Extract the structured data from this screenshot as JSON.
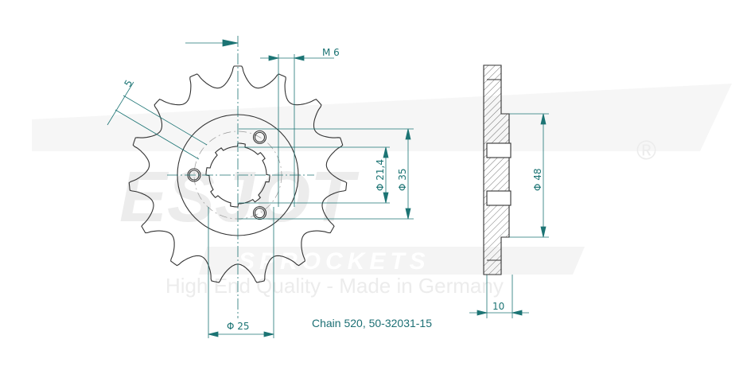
{
  "watermark": {
    "brand": "ESJOT",
    "registered": "®",
    "subbrand": "SPROCKETS",
    "slogan": "High End Quality - Made in Germany"
  },
  "drawing": {
    "teeth": 15,
    "dimensions": {
      "thread": "M 6",
      "offset": "5",
      "bore": "Φ 21,4",
      "hole_circle": "Φ 35",
      "hub": "Φ 48",
      "spline": "Φ 25",
      "thickness": "10"
    },
    "caption": "Chain 520, 50-32031-15",
    "line_color": "#333333",
    "dim_color": "#1c7474"
  }
}
